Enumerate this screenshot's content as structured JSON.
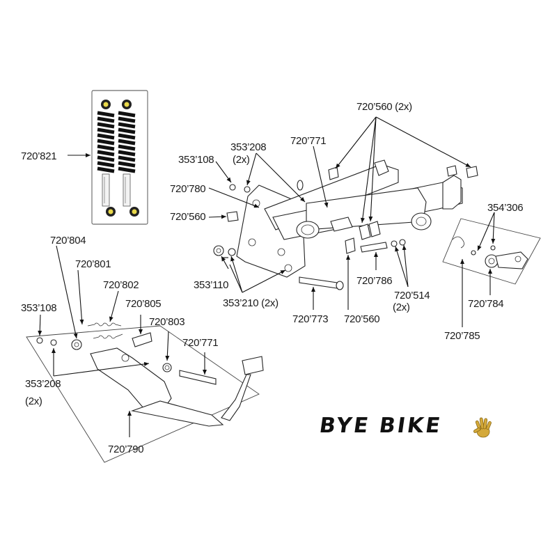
{
  "labels": {
    "l720821": "720’821",
    "l720560_2x": "720’560 (2x)",
    "l353108_top": "353’108",
    "l353208_top": "353’208",
    "l353208_top_qty": "(2x)",
    "l720771_top": "720’771",
    "l720780": "720’780",
    "l720560_left": "720’560",
    "l354306": "354’306",
    "l720804": "720’804",
    "l720801": "720’801",
    "l720802": "720’802",
    "l353110": "353’110",
    "l353210": "353’210 (2x)",
    "l720773": "720’773",
    "l720560_bottom": "720’560",
    "l720786": "720’786",
    "l720514": "720’514",
    "l720514_qty": "(2x)",
    "l720784": "720’784",
    "l720785": "720’785",
    "l353108_bottom": "353’108",
    "l720805": "720’805",
    "l720803": "720’803",
    "l720771_bottom": "720’771",
    "l353208_bottom": "353’208",
    "l353208_bottom_qty": "(2x)",
    "l720790": "720’790"
  },
  "brand": {
    "name": "BYE BIKE",
    "icon": "waving-hand-icon",
    "hand_color": "#d4a93a"
  }
}
